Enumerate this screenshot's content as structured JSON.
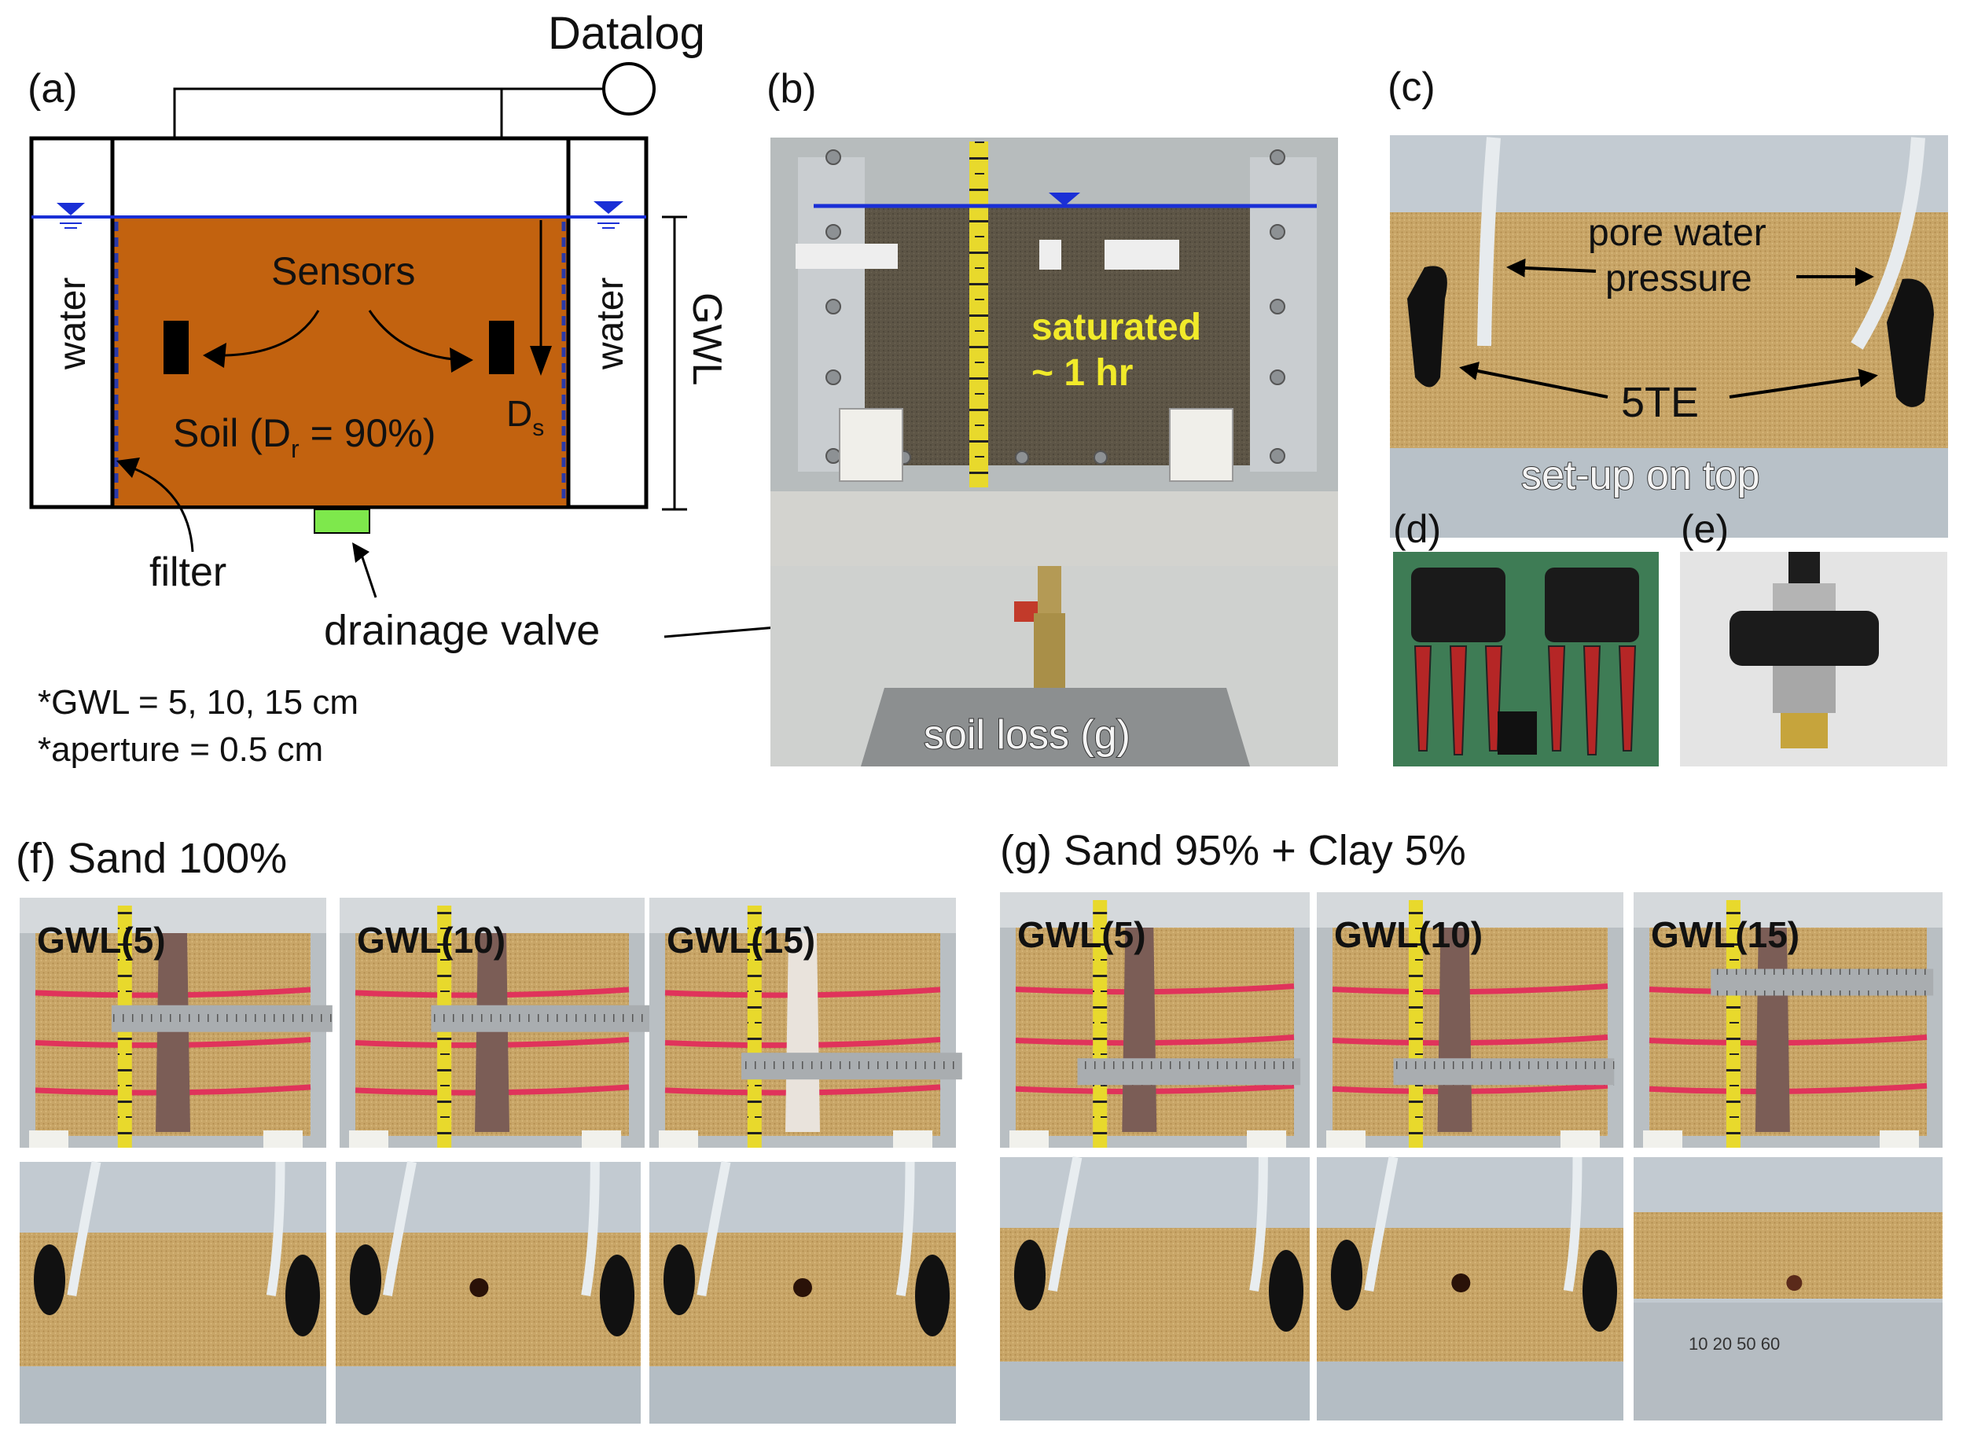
{
  "panel_a": {
    "label": "(a)",
    "datalog": "Datalog",
    "sensors": "Sensors",
    "water_left": "water",
    "water_right": "water",
    "gwl": "GWL",
    "soil_prefix": "Soil (D",
    "soil_sub": "r",
    "soil_suffix": " = 90%)",
    "ds_main": "D",
    "ds_sub": "s",
    "filter": "filter",
    "drainage_valve": "drainage valve",
    "note1": "*GWL = 5, 10, 15 cm",
    "note2": "*aperture = 0.5 cm",
    "colors": {
      "soil": "#c2620f",
      "water_line": "#1a2fd6",
      "valve": "#7ee84c"
    }
  },
  "panel_b": {
    "label": "(b)",
    "saturated_line1": "saturated",
    "saturated_line2": "~ 1 hr",
    "soil_loss": "soil loss (g)"
  },
  "panel_c": {
    "label": "(c)",
    "pore1": "pore water",
    "pore2": "pressure",
    "te": "5TE",
    "setup": "set-up on top"
  },
  "panel_d": {
    "label": "(d)"
  },
  "panel_e": {
    "label": "(e)"
  },
  "panel_f": {
    "title": "(f) Sand 100%",
    "gwl_labels": [
      "GWL(5)",
      "GWL(10)",
      "GWL(15)"
    ]
  },
  "panel_g": {
    "title": "(g) Sand 95% + Clay 5%",
    "gwl_labels": [
      "GWL(5)",
      "GWL(10)",
      "GWL(15)"
    ],
    "scale_text": "10  20  50  60"
  }
}
